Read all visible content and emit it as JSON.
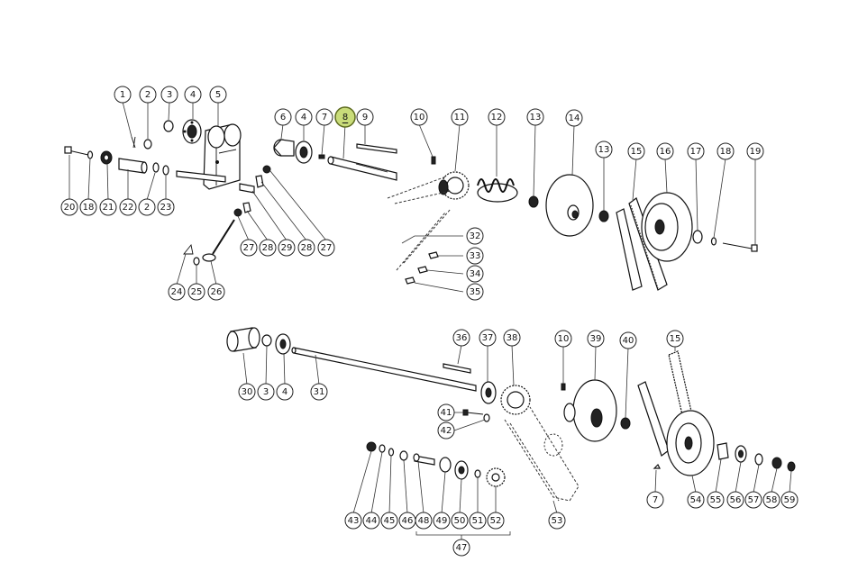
{
  "callouts": [
    {
      "id": "c1",
      "label": "1"
    },
    {
      "id": "c2a",
      "label": "2"
    },
    {
      "id": "c3a",
      "label": "3"
    },
    {
      "id": "c4a",
      "label": "4"
    },
    {
      "id": "c5",
      "label": "5"
    },
    {
      "id": "c6",
      "label": "6"
    },
    {
      "id": "c4b",
      "label": "4"
    },
    {
      "id": "c7a",
      "label": "7"
    },
    {
      "id": "c8",
      "label": "8",
      "highlight": true
    },
    {
      "id": "c9",
      "label": "9"
    },
    {
      "id": "c10a",
      "label": "10"
    },
    {
      "id": "c11",
      "label": "11"
    },
    {
      "id": "c12",
      "label": "12"
    },
    {
      "id": "c13a",
      "label": "13"
    },
    {
      "id": "c14",
      "label": "14"
    },
    {
      "id": "c13b",
      "label": "13"
    },
    {
      "id": "c15a",
      "label": "15"
    },
    {
      "id": "c16",
      "label": "16"
    },
    {
      "id": "c17",
      "label": "17"
    },
    {
      "id": "c18b",
      "label": "18"
    },
    {
      "id": "c19",
      "label": "19"
    },
    {
      "id": "c20",
      "label": "20"
    },
    {
      "id": "c18a",
      "label": "18"
    },
    {
      "id": "c21",
      "label": "21"
    },
    {
      "id": "c22",
      "label": "22"
    },
    {
      "id": "c2b",
      "label": "2"
    },
    {
      "id": "c23",
      "label": "23"
    },
    {
      "id": "c27a",
      "label": "27"
    },
    {
      "id": "c28a",
      "label": "28"
    },
    {
      "id": "c29",
      "label": "29"
    },
    {
      "id": "c28b",
      "label": "28"
    },
    {
      "id": "c27b",
      "label": "27"
    },
    {
      "id": "c24",
      "label": "24"
    },
    {
      "id": "c25",
      "label": "25"
    },
    {
      "id": "c26",
      "label": "26"
    },
    {
      "id": "c32",
      "label": "32"
    },
    {
      "id": "c33",
      "label": "33"
    },
    {
      "id": "c34",
      "label": "34"
    },
    {
      "id": "c35",
      "label": "35"
    },
    {
      "id": "c30",
      "label": "30"
    },
    {
      "id": "c3b",
      "label": "3"
    },
    {
      "id": "c4c",
      "label": "4"
    },
    {
      "id": "c31",
      "label": "31"
    },
    {
      "id": "c36",
      "label": "36"
    },
    {
      "id": "c37",
      "label": "37"
    },
    {
      "id": "c38",
      "label": "38"
    },
    {
      "id": "c10b",
      "label": "10"
    },
    {
      "id": "c39",
      "label": "39"
    },
    {
      "id": "c40",
      "label": "40"
    },
    {
      "id": "c15b",
      "label": "15"
    },
    {
      "id": "c41",
      "label": "41"
    },
    {
      "id": "c42",
      "label": "42"
    },
    {
      "id": "c43",
      "label": "43"
    },
    {
      "id": "c44",
      "label": "44"
    },
    {
      "id": "c45",
      "label": "45"
    },
    {
      "id": "c46",
      "label": "46"
    },
    {
      "id": "c48",
      "label": "48"
    },
    {
      "id": "c49",
      "label": "49"
    },
    {
      "id": "c50",
      "label": "50"
    },
    {
      "id": "c51",
      "label": "51"
    },
    {
      "id": "c52",
      "label": "52"
    },
    {
      "id": "c53",
      "label": "53"
    },
    {
      "id": "c7b",
      "label": "7"
    },
    {
      "id": "c54",
      "label": "54"
    },
    {
      "id": "c55",
      "label": "55"
    },
    {
      "id": "c56",
      "label": "56"
    },
    {
      "id": "c57",
      "label": "57"
    },
    {
      "id": "c58",
      "label": "58"
    },
    {
      "id": "c59",
      "label": "59"
    },
    {
      "id": "c47",
      "label": "47"
    }
  ]
}
